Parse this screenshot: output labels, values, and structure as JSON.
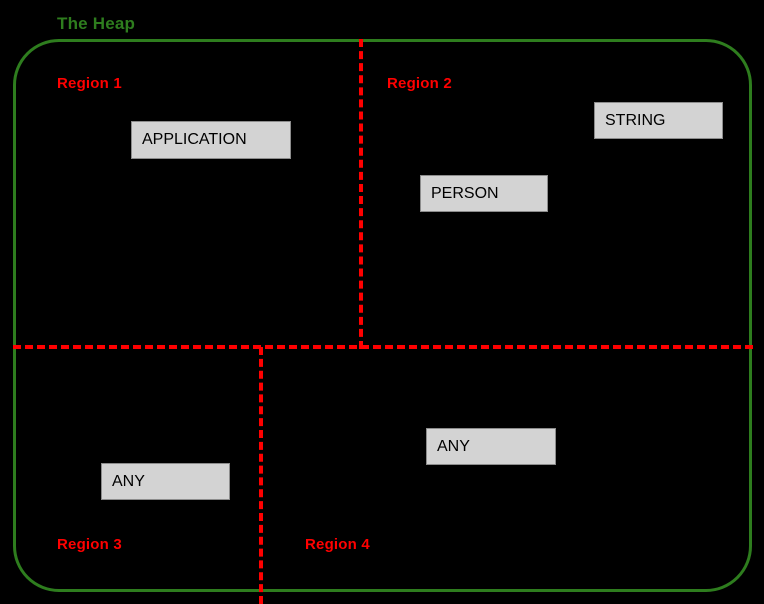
{
  "diagram": {
    "title": "The Heap",
    "background_color": "#000000",
    "boundary": {
      "name": "heap-boundary",
      "color": "#2E7D1E",
      "shape": "rounded-rectangle"
    },
    "divider_color": "#FF0000",
    "dividers": [
      {
        "name": "horizontal-divider",
        "orientation": "horizontal"
      },
      {
        "name": "vertical-divider-top",
        "orientation": "vertical"
      },
      {
        "name": "vertical-divider-bottom",
        "orientation": "vertical"
      }
    ],
    "regions": [
      {
        "id": "region-1",
        "label": "Region 1"
      },
      {
        "id": "region-2",
        "label": "Region 2"
      },
      {
        "id": "region-3",
        "label": "Region 3"
      },
      {
        "id": "region-4",
        "label": "Region 4"
      }
    ],
    "objects": [
      {
        "id": "application",
        "label": "APPLICATION",
        "region": "Region 1",
        "fill": "#D3D3D3"
      },
      {
        "id": "string",
        "label": "STRING",
        "region": "Region 2",
        "fill": "#D3D3D3"
      },
      {
        "id": "person",
        "label": "PERSON",
        "region": "Region 2",
        "fill": "#D3D3D3"
      },
      {
        "id": "any-region-3",
        "label": "ANY",
        "region": "Region 3",
        "fill": "#D3D3D3"
      },
      {
        "id": "any-region-4",
        "label": "ANY",
        "region": "Region 4",
        "fill": "#D3D3D3"
      }
    ]
  }
}
